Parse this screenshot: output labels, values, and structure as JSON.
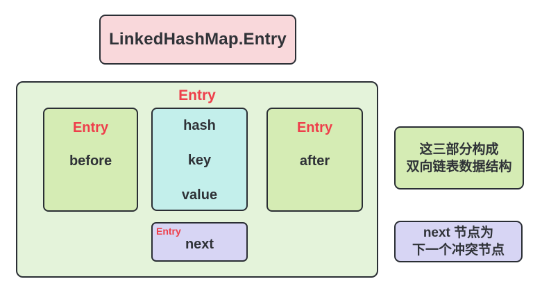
{
  "title_box": {
    "label": "LinkedHashMap.Entry"
  },
  "entry_container": {
    "title": "Entry",
    "before_box": {
      "title": "Entry",
      "field": "before"
    },
    "fields_box": {
      "fields": [
        "hash",
        "key",
        "value"
      ]
    },
    "after_box": {
      "title": "Entry",
      "field": "after"
    },
    "next_box": {
      "title": "Entry",
      "field": "next"
    }
  },
  "notes": {
    "doubly_linked_list": {
      "line1": "这三部分构成",
      "line2": "双向链表数据结构"
    },
    "next_node": {
      "line1": "next 节点为",
      "line2": "下一个冲突节点"
    }
  },
  "colors": {
    "pink": "#f9d8db",
    "green_light": "#e4f3da",
    "green": "#d5ecb4",
    "cyan": "#c3efeb",
    "lavender": "#d7d5f4",
    "border": "#2a2e34",
    "red": "#ee3e4a",
    "text": "#2f3237"
  }
}
